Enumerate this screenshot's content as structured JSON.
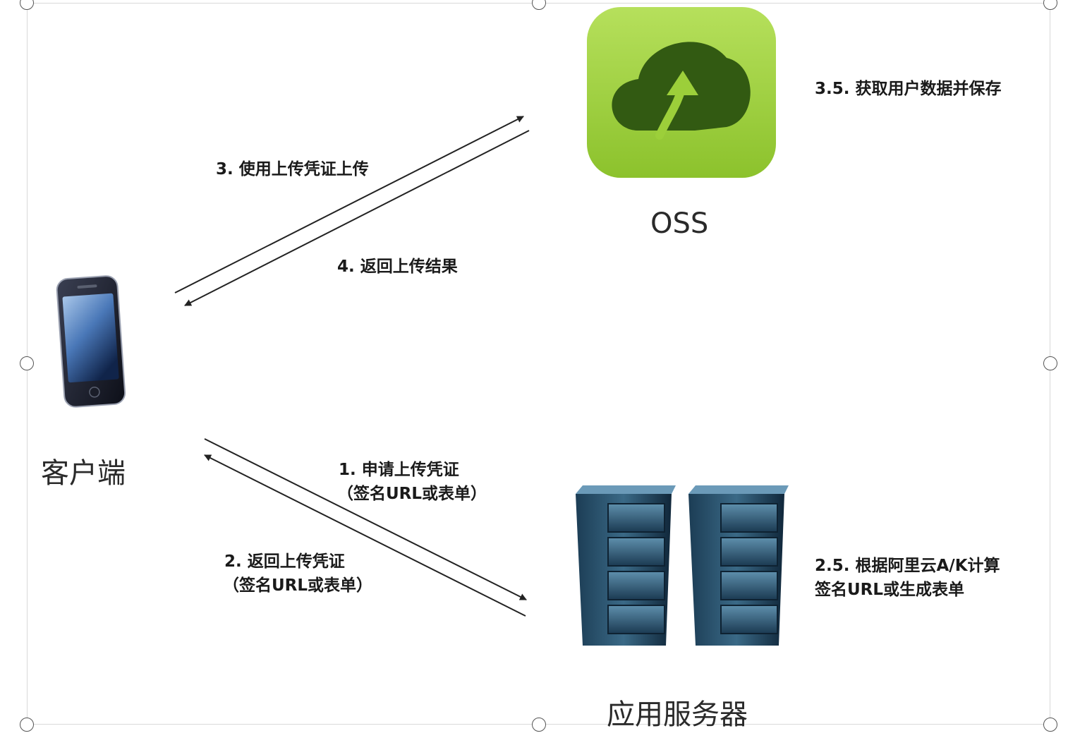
{
  "nodes": {
    "oss": {
      "label": "OSS"
    },
    "client": {
      "label": "客户端"
    },
    "server": {
      "label": "应用服务器"
    }
  },
  "steps": {
    "s1_line1": "1. 申请上传凭证",
    "s1_line2": "（签名URL或表单）",
    "s2_line1": "2. 返回上传凭证",
    "s2_line2": "（签名URL或表单）",
    "s25_line1": "2.5. 根据阿里云A/K计算",
    "s25_line2": "签名URL或生成表单",
    "s3": "3. 使用上传凭证上传",
    "s35": "3.5. 获取用户数据并保存",
    "s4": "4. 返回上传结果"
  },
  "colors": {
    "oss_bg": "#9ccf3a",
    "oss_cloud": "#325a12",
    "arrow": "#222222"
  },
  "icons": [
    "oss-cloud-upload-icon",
    "smartphone-icon",
    "server-rack-icon"
  ]
}
